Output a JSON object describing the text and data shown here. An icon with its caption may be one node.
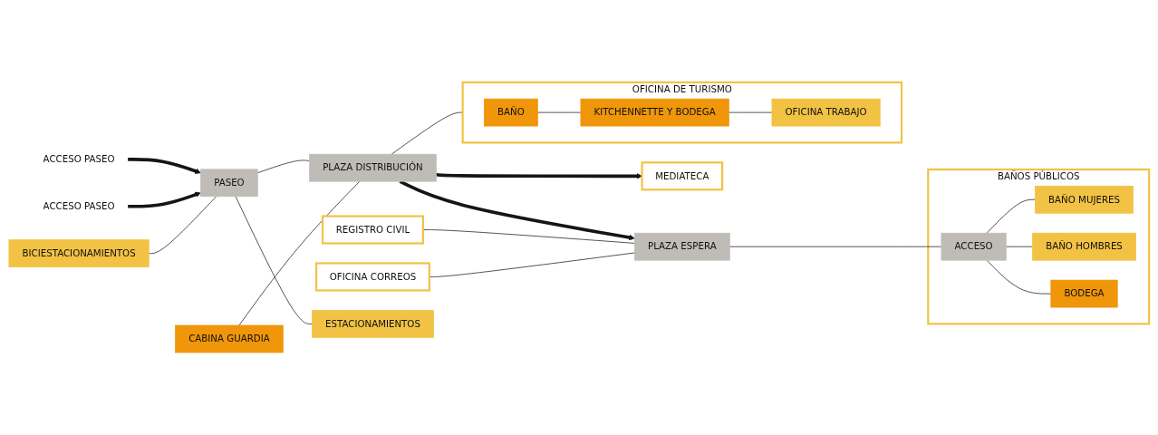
{
  "diagram": {
    "nodes": [
      {
        "text": [
          "ACCESO PASEO"
        ]
      },
      {
        "text": [
          "BICIESTACIONAMIENTOS"
        ]
      },
      {
        "text": [
          "PASEO"
        ]
      },
      {
        "text": [
          "ACCESO PASEO"
        ]
      },
      {
        "text": [
          "REGISTRO CIVIL"
        ]
      },
      {
        "text": [
          "OFICINA CORREOS"
        ]
      },
      {
        "text": [
          "CABINA GUARDIA"
        ]
      },
      {
        "text": [
          "PLAZA DISTRIBUCIÓN"
        ]
      },
      {
        "text": [
          "MEDIATECA"
        ]
      },
      {
        "text": [
          "ESTACIONAMIENTOS"
        ]
      },
      {
        "text": [
          "PLAZA ESPERA"
        ]
      },
      {
        "text": [
          "BAÑOS PÚBLICOS"
        ]
      },
      {
        "text": [
          "ACCESO"
        ],
        "in": 11
      },
      {
        "text": [
          "BAÑO MUJERES"
        ],
        "in": 11
      },
      {
        "text": [
          "BAÑO HOMBRES"
        ],
        "in": 11
      },
      {
        "text": [
          "BODEGA"
        ],
        "in": 11
      },
      {
        "text": [
          "OFICINA DE TURISMO"
        ]
      },
      {
        "text": [
          "BAÑO"
        ],
        "in": 16
      },
      {
        "text": [
          "KITCHENNETTE Y BODEGA"
        ],
        "in": 16
      },
      {
        "text": [
          "OFICINA TRABAJO"
        ],
        "in": 16
      }
    ],
    "edges": [
      {
        "from": 0,
        "to": 2,
        "arrow": "to",
        "style": "thick"
      },
      {
        "from": 3,
        "to": 2,
        "arrow": "to",
        "style": "thick"
      },
      {
        "from": 1,
        "to": 2,
        "arrow": "none"
      },
      {
        "from": 2,
        "to": 7,
        "arrow": "none"
      },
      {
        "from": 2,
        "to": 9,
        "arrow": "none"
      },
      {
        "from": 6,
        "to": 7,
        "arrow": "none"
      },
      {
        "from": 7,
        "to": 8,
        "arrow": "to",
        "style": "thick"
      },
      {
        "from": 7,
        "to": 10,
        "arrow": "to",
        "style": "thick"
      },
      {
        "from": 4,
        "to": 10,
        "arrow": "none"
      },
      {
        "from": 5,
        "to": 10,
        "arrow": "none"
      },
      {
        "from": 7,
        "to": 16,
        "arrow": "none"
      },
      {
        "from": 10,
        "to": 12,
        "arrow": "none"
      },
      {
        "from": 12,
        "to": 13,
        "arrow": "none"
      },
      {
        "from": 12,
        "to": 14,
        "arrow": "none"
      },
      {
        "from": 12,
        "to": 15,
        "arrow": "none"
      },
      {
        "from": 17,
        "to": 18,
        "arrow": "none"
      },
      {
        "from": 18,
        "to": 19,
        "arrow": "none"
      }
    ]
  }
}
